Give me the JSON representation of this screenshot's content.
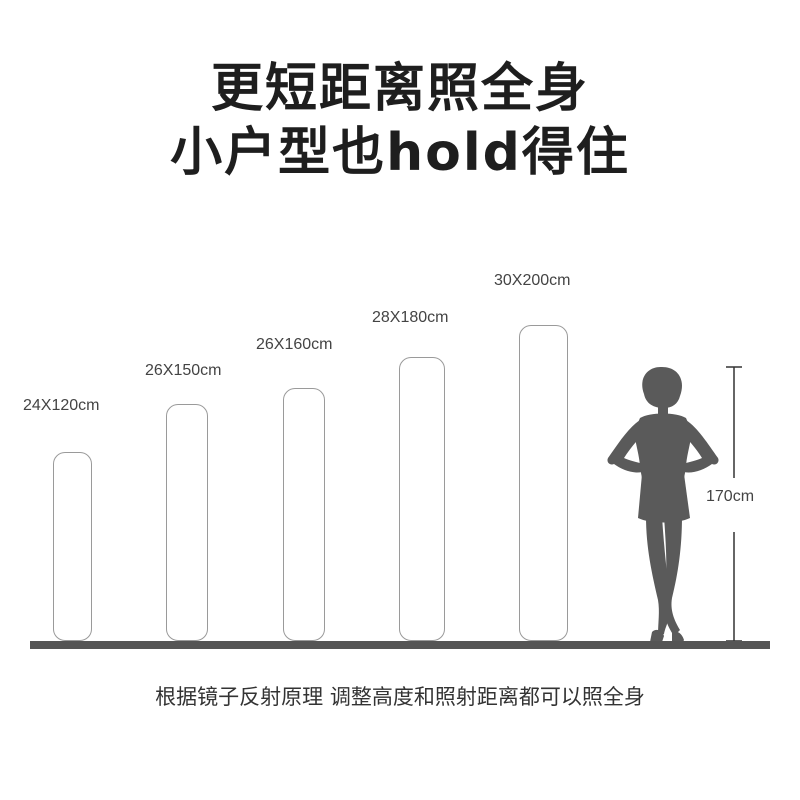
{
  "headline": {
    "line1": "更短距离照全身",
    "line2": "小户型也hold得住"
  },
  "mirrors": [
    {
      "label": "24X120cm",
      "width_cm": 24,
      "height_cm": 120
    },
    {
      "label": "26X150cm",
      "width_cm": 26,
      "height_cm": 150
    },
    {
      "label": "26X160cm",
      "width_cm": 26,
      "height_cm": 160
    },
    {
      "label": "28X180cm",
      "width_cm": 28,
      "height_cm": 180
    },
    {
      "label": "30X200cm",
      "width_cm": 30,
      "height_cm": 200
    }
  ],
  "person": {
    "height_label": "170cm",
    "height_cm": 170,
    "icon": "woman-silhouette-icon"
  },
  "caption": "根据镜子反射原理  调整高度和照射距离都可以照全身",
  "colors": {
    "text": "#1e1e1e",
    "mirror_border": "#9a9a9a",
    "floor": "#555555",
    "silhouette": "#5a5a5a"
  }
}
